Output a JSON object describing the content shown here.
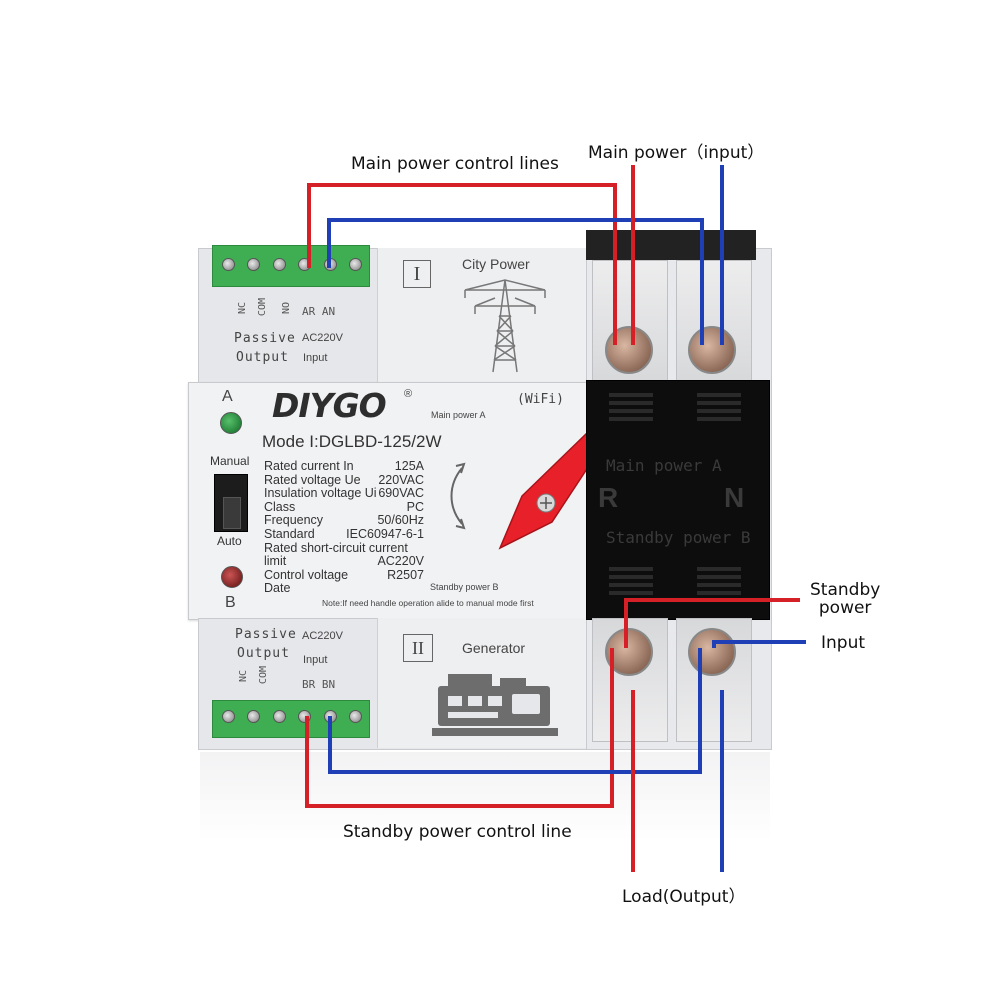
{
  "callouts": {
    "main_power_control_lines": "Main power control lines",
    "main_power_input": "Main power（input）",
    "standby_power": "Standby\npower",
    "input": "Input",
    "standby_power_control_line": "Standby power control line",
    "load_output": "Load(Output）"
  },
  "device": {
    "brand": "DIYGO",
    "registered": "®",
    "wifi": "(WiFi)",
    "model": "Mode I:DGLBD-125/2W",
    "indicator_a": "A",
    "indicator_b": "B",
    "manual": "Manual",
    "auto": "Auto",
    "main_power_a_small": "Main power A",
    "standby_power_b_small": "Standby power B",
    "note": "Note:If need handle operation alide to manual mode first",
    "specs": [
      {
        "label": "Rated current In",
        "value": "125A"
      },
      {
        "label": "Rated voltage Ue",
        "value": "220VAC"
      },
      {
        "label": "Insulation voltage Ui",
        "value": "690VAC"
      },
      {
        "label": "Class",
        "value": "PC"
      },
      {
        "label": "Frequency",
        "value": "50/60Hz"
      },
      {
        "label": "Standard",
        "value": "IEC60947-6-1"
      },
      {
        "label": "Rated short-circuit current limit",
        "value": ""
      },
      {
        "label": "Control voltage",
        "value": "AC220V"
      },
      {
        "label": "Date",
        "value": "R2507"
      }
    ],
    "top_module": {
      "roman": "I",
      "name": "City Power",
      "nc": "NC",
      "com": "COM",
      "no": "NO",
      "ar_an": "AR AN",
      "passive": "Passive",
      "output": "Output",
      "ac220v": "AC220V",
      "input": "Input"
    },
    "bottom_module": {
      "roman": "II",
      "name": "Generator",
      "passive": "Passive",
      "output": "Output",
      "ac220v": "AC220V",
      "input": "Input",
      "nc": "NC",
      "com": "COM",
      "br_bn": "BR BN"
    },
    "black_cover": {
      "main_power_a": "Main power A",
      "r": "R",
      "n": "N",
      "standby_power_b": "Standby power B"
    }
  },
  "colors": {
    "red_line": "#d62027",
    "blue_line": "#1f3fb6",
    "terminal_green": "#3fae52",
    "handle_red": "#e8202a"
  }
}
